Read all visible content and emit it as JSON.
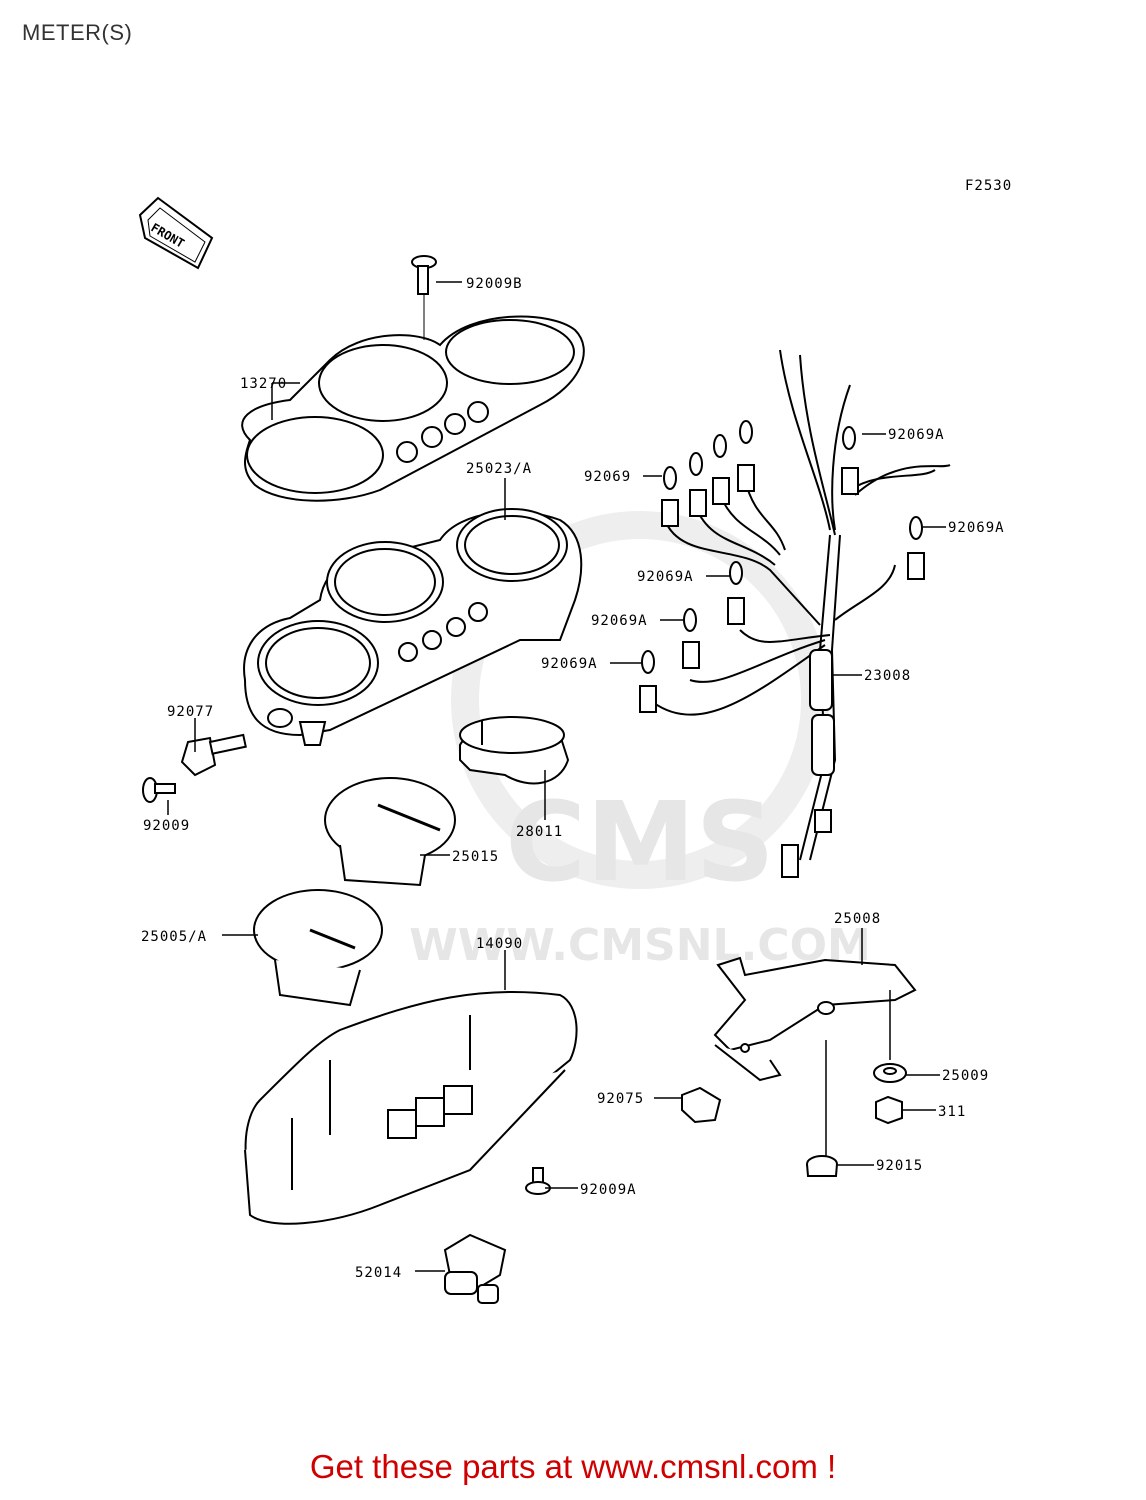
{
  "page": {
    "title": "METER(S)"
  },
  "diagram": {
    "code": "F2530",
    "front_label": "FRONT",
    "watermark": {
      "logo": "CMS",
      "url": "WWW.CMSNL.COM"
    },
    "parts": {
      "p92009B": "92009B",
      "p13270": "13270",
      "p25023A": "25023/A",
      "p92077": "92077",
      "p92009": "92009",
      "p28011": "28011",
      "p25015": "25015",
      "p25005A": "25005/A",
      "p14090": "14090",
      "p92009A": "92009A",
      "p52014": "52014",
      "p92069": "92069",
      "p92069A_1": "92069A",
      "p92069A_2": "92069A",
      "p92069A_3": "92069A",
      "p92069A_4": "92069A",
      "p92069A_5": "92069A",
      "p23008": "23008",
      "p25008": "25008",
      "p25009": "25009",
      "p311": "311",
      "p92075": "92075",
      "p92015": "92015"
    }
  },
  "footer": {
    "cta": "Get these parts at www.cmsnl.com !"
  }
}
